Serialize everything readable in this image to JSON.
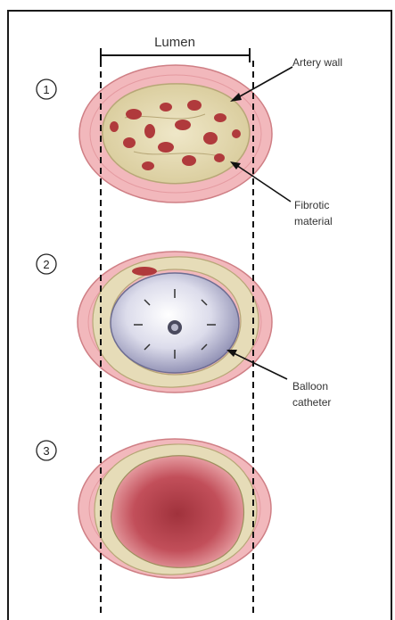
{
  "diagram": {
    "lumen_label": "Lumen",
    "labels": {
      "artery_wall": "Artery wall",
      "fibrotic_line1": "Fibrotic",
      "fibrotic_line2": "material",
      "balloon_line1": "Balloon",
      "balloon_line2": "catheter"
    },
    "stages": [
      {
        "number": "1"
      },
      {
        "number": "2"
      },
      {
        "number": "3"
      }
    ],
    "colors": {
      "artery_wall": "#f2b8bc",
      "artery_wall_edge": "#cf7f85",
      "plaque": "#e6dcb8",
      "plaque_edge": "#b7a777",
      "fibrotic_spots": "#b03a3c",
      "balloon": "#e6e6f2",
      "balloon_edge": "#6d6d92",
      "lumen_open": "#c94a55",
      "frame": "#1a1a1a"
    }
  }
}
